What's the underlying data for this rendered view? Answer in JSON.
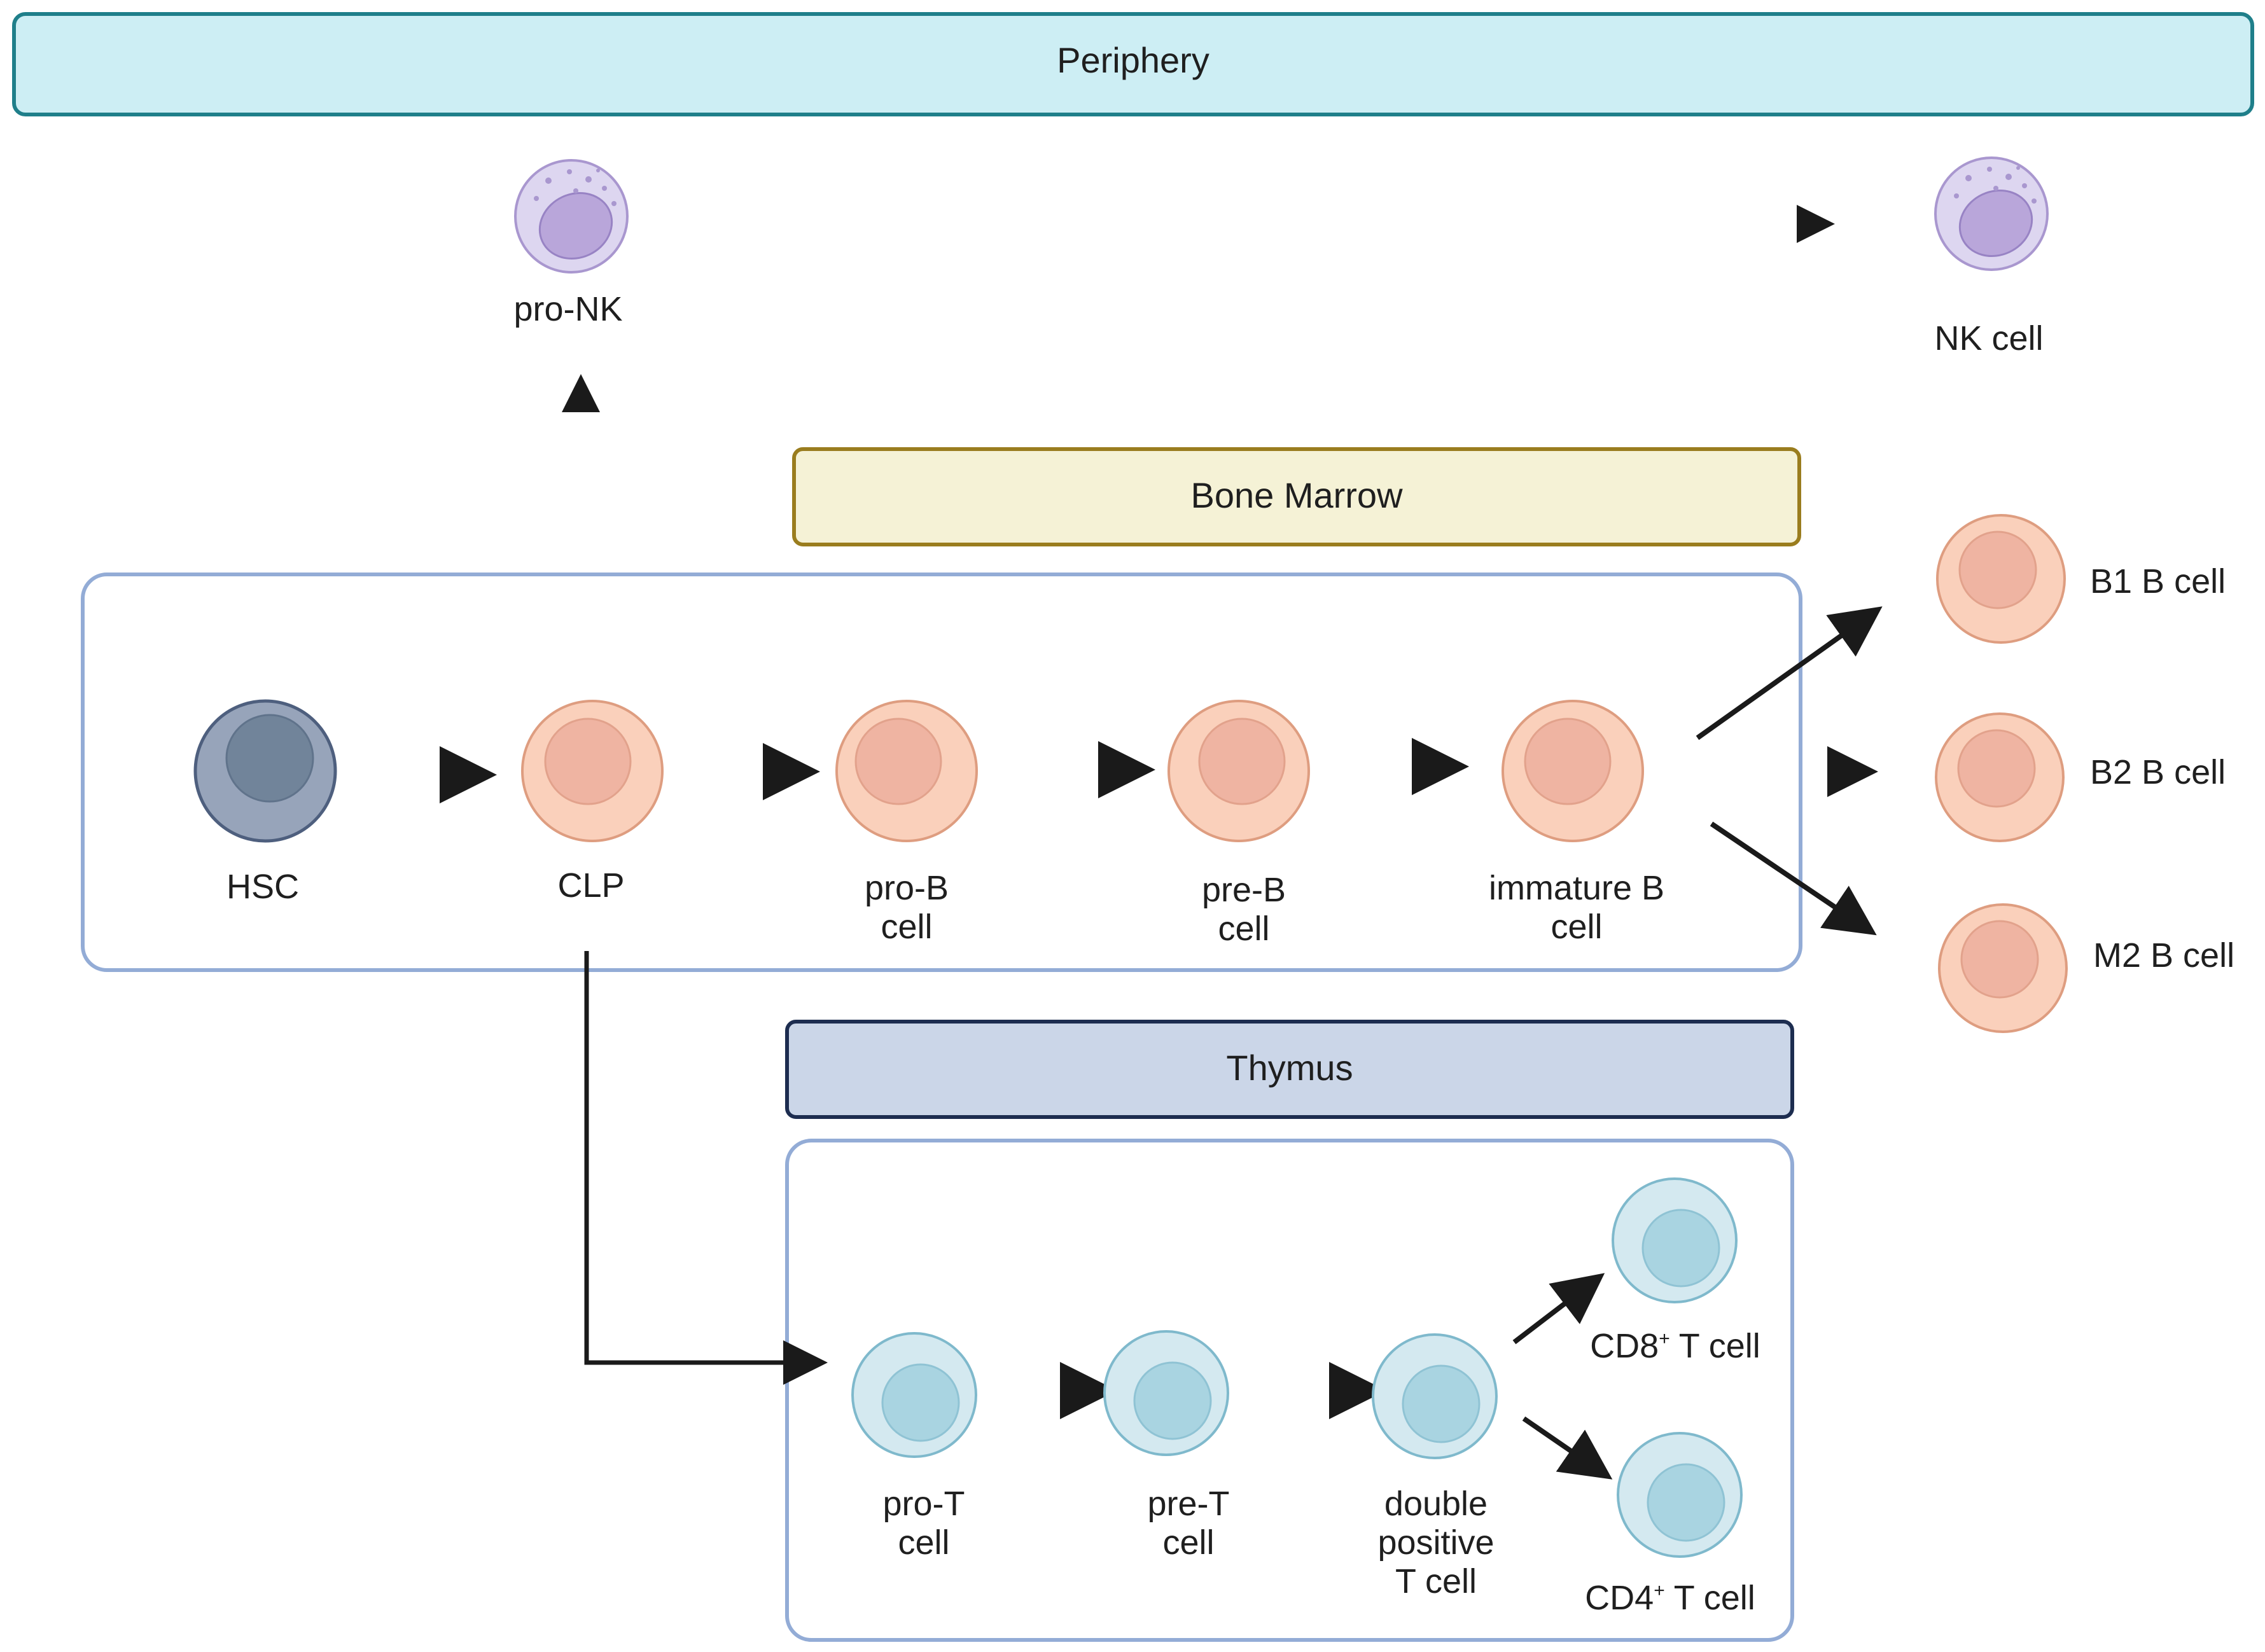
{
  "banners": {
    "periphery": "Periphery",
    "bone_marrow": "Bone Marrow",
    "thymus": "Thymus"
  },
  "cells": {
    "pro_nk": "pro-NK",
    "nk_cell": "NK cell",
    "hsc": "HSC",
    "clp": "CLP",
    "pro_b": [
      "pro-B",
      "cell"
    ],
    "pre_b": [
      "pre-B",
      "cell"
    ],
    "immature_b": [
      "immature B",
      "cell"
    ],
    "b1_b_cell": "B1 B cell",
    "b2_b_cell": "B2 B cell",
    "m2_b_cell": "M2 B cell",
    "pro_t": [
      "pro-T",
      "cell"
    ],
    "pre_t": [
      "pre-T",
      "cell"
    ],
    "double_positive": [
      "double",
      "positive",
      "T cell"
    ],
    "cd8": {
      "prefix": "CD8",
      "sup": "+",
      "suffix": " T cell"
    },
    "cd4": {
      "prefix": "CD4",
      "sup": "+",
      "suffix": " T cell"
    }
  },
  "colors": {
    "periphery_fill": "#cdeef4",
    "periphery_stroke": "#1f7f8a",
    "bone_marrow_fill": "#f5f2d6",
    "bone_marrow_stroke": "#9a7d1e",
    "thymus_fill": "#cbd6e8",
    "thymus_stroke": "#1d2d50",
    "compartment_stroke": "#93acd6",
    "b_cell_fill": "#fad0bb",
    "b_cell_nucleus": "#efb4a2",
    "t_cell_fill": "#d4e9f0",
    "t_cell_nucleus": "#a9d4e1",
    "nk_cell_fill": "#ddd6f0",
    "nk_cell_nucleus": "#b9a6da",
    "hsc_fill": "#97a4ba",
    "hsc_nucleus": "#71849a"
  }
}
